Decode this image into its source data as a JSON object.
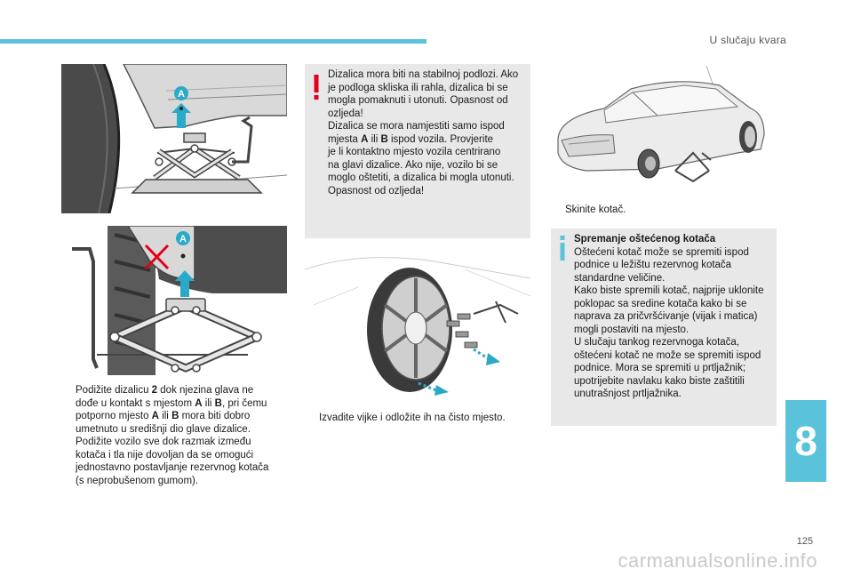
{
  "header": {
    "section_title": "U slučaju kvara"
  },
  "chapter_number": "8",
  "page_number": "125",
  "watermark": "carmanualsonline.info",
  "figures": {
    "jack_top": {
      "label": "A"
    },
    "jack_bottom": {
      "label": "A"
    }
  },
  "warning_note": {
    "icon": "exclamation-icon",
    "lines": [
      "Dizalica mora biti na stabilnoj podlozi. Ako",
      "je podloga skliska ili rahla, dizalica bi se",
      "mogla pomaknuti i utonuti. Opasnost od",
      "ozljeda!",
      "Dizalica se mora namjestiti samo ispod",
      "mjesta",
      "ili",
      "ispod vozila. Provjerite",
      "je li kontaktno mjesto vozila centrirano",
      "na glavi dizalice. Ako nije, vozilo bi se",
      "moglo oštetiti, a dizalica bi mogla utonuti.",
      "Opasnost od ozljeda!"
    ],
    "point_a": "A",
    "point_b": "B"
  },
  "left_steps": {
    "marker": "",
    "step1": {
      "p1": "Podižite dizalicu",
      "num": "2",
      "p2": "dok njezina glava ne",
      "l2a": "dođe u kontakt s mjestom",
      "a": "A",
      "or1": "ili",
      "b": "B",
      "l2b": ", pri čemu",
      "l3a": "potporno mjesto",
      "or2": "ili",
      "l3b": "mora biti dobro",
      "l4": "umetnuto u središnji dio glave dizalice."
    },
    "step2": {
      "l1": "Podižite vozilo sve dok razmak između",
      "l2": "kotača i tla nije dovoljan da se omogući",
      "l3": "jednostavno postavljanje rezervnog kotača",
      "l4": "(s neprobušenom gumom)."
    }
  },
  "middle_step": {
    "marker": "",
    "text": "Izvadite vijke i odložite ih na čisto mjesto."
  },
  "right_step": {
    "marker": "",
    "text": "Skinite kotač."
  },
  "info_note": {
    "icon": "info-icon",
    "title": "Spremanje oštećenog kotača",
    "lines": [
      "Oštećeni kotač može se spremiti ispod",
      "podnice u ležištu rezervnog kotača",
      "standardne veličine.",
      "Kako biste spremili kotač, najprije uklonite",
      "poklopac sa sredine kotača kako bi se",
      "naprava za pričvršćivanje (vijak i matica)",
      "mogli postaviti na mjesto.",
      "U slučaju tankog rezervnoga kotača,",
      "oštećeni kotač ne može se spremiti ispod",
      "podnice. Mora se spremiti u prtljažnik;",
      "upotrijebite navlaku kako biste zaštitili",
      "unutrašnjost prtljažnika."
    ]
  },
  "colors": {
    "accent": "#5bc2dc",
    "warning_red": "#e3001b",
    "arrow_teal": "#2aa9c9",
    "note_bg": "#e8e8e8"
  }
}
